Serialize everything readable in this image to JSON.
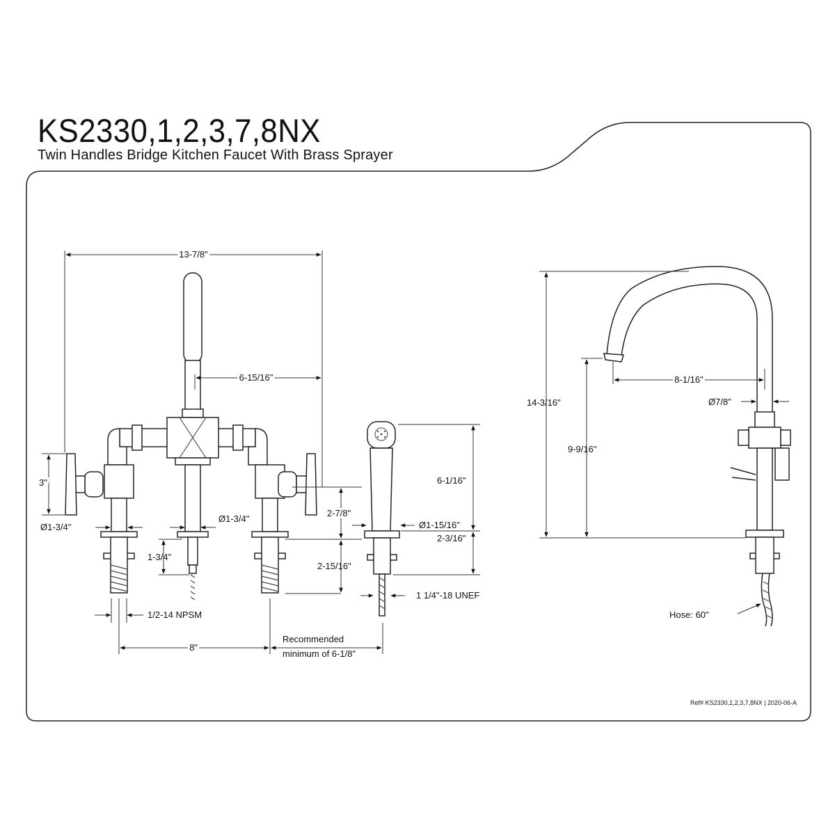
{
  "header": {
    "title": "KS2330,1,2,3,7,8NX",
    "subtitle": "Twin Handles Bridge Kitchen Faucet With Brass Sprayer"
  },
  "front_view": {
    "overall_width": "13-7/8\"",
    "spout_reach": "6-15/16\"",
    "handle_height": "3\"",
    "base_dia_left": "Ø1-3/4\"",
    "base_dia_right": "Ø1-3/4\"",
    "riser_height": "2-7/8\"",
    "shank_length": "2-15/16\"",
    "hose_connection_length": "1-3/4\"",
    "thread": "1/2-14 NPSM",
    "center_spacing": "8\""
  },
  "sprayer": {
    "height": "6-1/16\"",
    "base_dia": "Ø1-15/16\"",
    "shank_length": "2-3/16\"",
    "thread": "1 1/4\"-18 UNEF",
    "recommended_line1": "Recommended",
    "recommended_line2": "minimum of 6-1/8\""
  },
  "side_view": {
    "overall_height": "14-3/16\"",
    "spout_height": "9-9/16\"",
    "spout_reach": "8-1/16\"",
    "column_dia": "Ø7/8\"",
    "hose_length": "Hose: 60\""
  },
  "footer": {
    "ref": "Ref# KS2330,1,2,3,7,8NX | 2020-06-A"
  },
  "colors": {
    "line": "#222222",
    "background": "#ffffff"
  }
}
